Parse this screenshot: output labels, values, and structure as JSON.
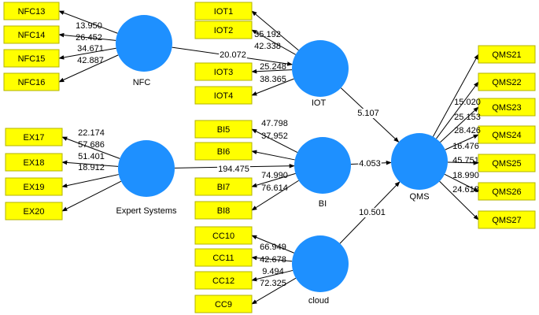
{
  "latents": [
    {
      "id": "nfc",
      "label": "NFC"
    },
    {
      "id": "iot",
      "label": "IOT"
    },
    {
      "id": "es",
      "label": "Expert Systems"
    },
    {
      "id": "bi",
      "label": "BI"
    },
    {
      "id": "qms",
      "label": "QMS"
    },
    {
      "id": "cloud",
      "label": "cloud"
    }
  ],
  "indicators": [
    {
      "id": "NFC13",
      "label": "NFC13",
      "latent": "nfc",
      "weight": "13.950"
    },
    {
      "id": "NFC14",
      "label": "NFC14",
      "latent": "nfc",
      "weight": "26.452"
    },
    {
      "id": "NFC15",
      "label": "NFC15",
      "latent": "nfc",
      "weight": "34.671"
    },
    {
      "id": "NFC16",
      "label": "NFC16",
      "latent": "nfc",
      "weight": "42.887"
    },
    {
      "id": "IOT1",
      "label": "IOT1",
      "latent": "iot",
      "weight": "35.192"
    },
    {
      "id": "IOT2",
      "label": "IOT2",
      "latent": "iot",
      "weight": "42.338"
    },
    {
      "id": "IOT3",
      "label": "IOT3",
      "latent": "iot",
      "weight": "25.248"
    },
    {
      "id": "IOT4",
      "label": "IOT4",
      "latent": "iot",
      "weight": "38.365"
    },
    {
      "id": "EX17",
      "label": "EX17",
      "latent": "es",
      "weight": "22.174"
    },
    {
      "id": "EX18",
      "label": "EX18",
      "latent": "es",
      "weight": "57.686"
    },
    {
      "id": "EX19",
      "label": "EX19",
      "latent": "es",
      "weight": "51.401"
    },
    {
      "id": "EX20",
      "label": "EX20",
      "latent": "es",
      "weight": "18.912"
    },
    {
      "id": "BI5",
      "label": "BI5",
      "latent": "bi",
      "weight": "47.798"
    },
    {
      "id": "BI6",
      "label": "BI6",
      "latent": "bi",
      "weight": "37.952"
    },
    {
      "id": "BI7",
      "label": "BI7",
      "latent": "bi",
      "weight": "74.990"
    },
    {
      "id": "BI8",
      "label": "BI8",
      "latent": "bi",
      "weight": "76.614"
    },
    {
      "id": "CC10",
      "label": "CC10",
      "latent": "cloud",
      "weight": "66.949"
    },
    {
      "id": "CC11",
      "label": "CC11",
      "latent": "cloud",
      "weight": "42.678"
    },
    {
      "id": "CC12",
      "label": "CC12",
      "latent": "cloud",
      "weight": "9.494"
    },
    {
      "id": "CC9",
      "label": "CC9",
      "latent": "cloud",
      "weight": "72.325"
    },
    {
      "id": "QMS21",
      "label": "QMS21",
      "latent": "qms",
      "weight": "15.020"
    },
    {
      "id": "QMS22",
      "label": "QMS22",
      "latent": "qms",
      "weight": "25.153"
    },
    {
      "id": "QMS23",
      "label": "QMS23",
      "latent": "qms",
      "weight": "28.426"
    },
    {
      "id": "QMS24",
      "label": "QMS24",
      "latent": "qms",
      "weight": "16.476"
    },
    {
      "id": "QMS25",
      "label": "QMS25",
      "latent": "qms",
      "weight": "45.751"
    },
    {
      "id": "QMS26",
      "label": "QMS26",
      "latent": "qms",
      "weight": "18.990"
    },
    {
      "id": "QMS27",
      "label": "QMS27",
      "latent": "qms",
      "weight": "24.618"
    }
  ],
  "paths": [
    {
      "from": "nfc",
      "to": "iot",
      "weight": "20.072"
    },
    {
      "from": "iot",
      "to": "qms",
      "weight": "5.107"
    },
    {
      "from": "es",
      "to": "bi",
      "weight": "194.475"
    },
    {
      "from": "bi",
      "to": "qms",
      "weight": "4.053"
    },
    {
      "from": "cloud",
      "to": "qms",
      "weight": "10.501"
    }
  ],
  "colors": {
    "latent_fill": "#1e90ff",
    "indicator_fill": "#ffff00",
    "indicator_border": "#b3b300",
    "edge": "#000000"
  }
}
